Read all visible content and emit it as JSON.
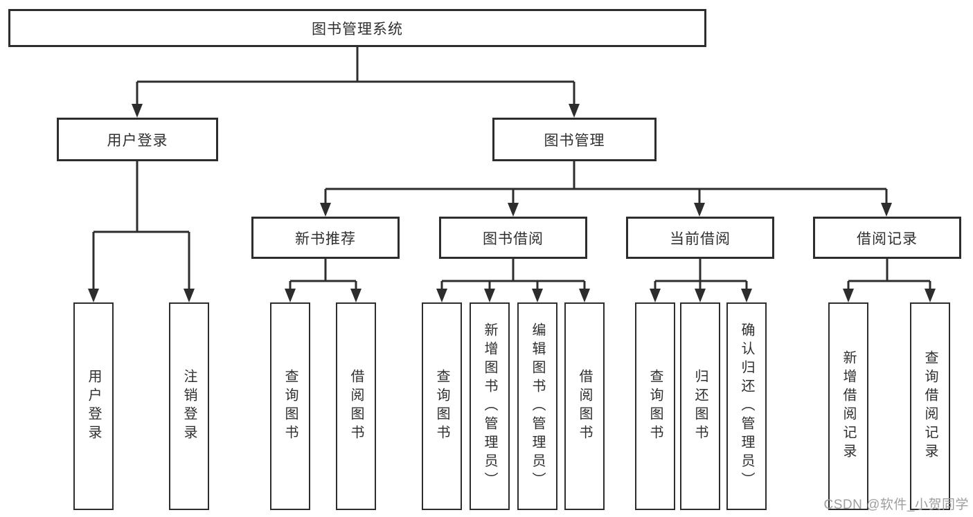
{
  "tree": {
    "root": {
      "label": "图书管理系统"
    },
    "user_login": {
      "label": "用户登录",
      "children": [
        {
          "label": "用户登录"
        },
        {
          "label": "注销登录"
        }
      ]
    },
    "book_management": {
      "label": "图书管理",
      "children": [
        {
          "label": "新书推荐",
          "children": [
            {
              "label": "查询图书"
            },
            {
              "label": "借阅图书"
            }
          ]
        },
        {
          "label": "图书借阅",
          "children": [
            {
              "label": "查询图书"
            },
            {
              "label": "新增图书（管理员）"
            },
            {
              "label": "编辑图书（管理员）"
            },
            {
              "label": "借阅图书"
            }
          ]
        },
        {
          "label": "当前借阅",
          "children": [
            {
              "label": "查询图书"
            },
            {
              "label": "归还图书"
            },
            {
              "label": "确认归还（管理员）"
            }
          ]
        },
        {
          "label": "借阅记录",
          "children": [
            {
              "label": "新增借阅记录"
            },
            {
              "label": "查询借阅记录"
            }
          ]
        }
      ]
    }
  },
  "watermark": {
    "text": "CSDN @软件_小贺同学"
  },
  "colors": {
    "line": "#2d2d2d",
    "box_border": "#2d2d2d",
    "box_text": "#2f2f2f",
    "watermark": "#9e9e9e",
    "background": "#ffffff"
  }
}
